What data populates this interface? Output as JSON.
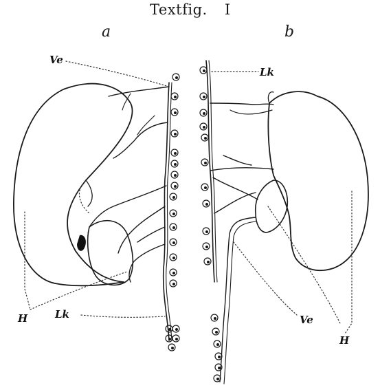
{
  "figure": {
    "title": "Textfig.",
    "number": "I",
    "panels": [
      {
        "id": "a",
        "label": "a"
      },
      {
        "id": "b",
        "label": "b"
      }
    ],
    "labels_a": {
      "ve": "Ve",
      "h": "H",
      "lk": "Lk"
    },
    "labels_b": {
      "lk": "Lk",
      "ve": "Ve",
      "h": "H"
    }
  }
}
